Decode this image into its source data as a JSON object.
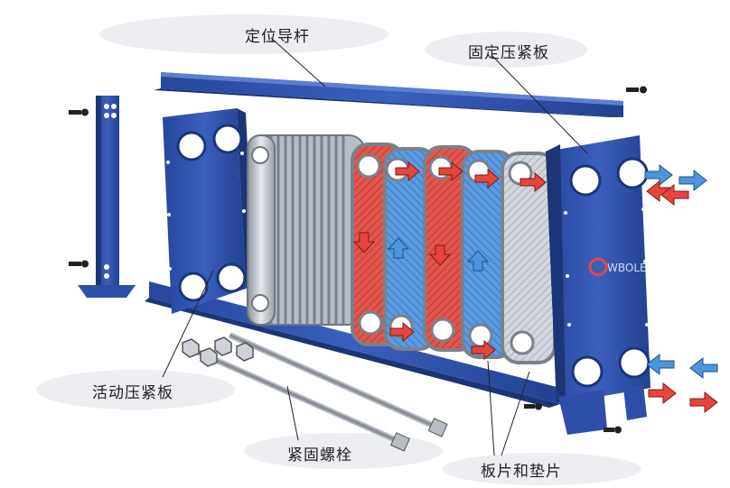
{
  "labels": {
    "guide_bar": "定位导杆",
    "fixed_plate": "固定压紧板",
    "movable_plate": "活动压紧板",
    "tie_bolts": "紧固螺栓",
    "plates_gaskets": "板片和垫片"
  },
  "brand_logo": "WBOLE",
  "colors": {
    "frame_blue": "#2d4fa8",
    "frame_dark": "#1f3a86",
    "hot_red": "#e8453c",
    "hot_plate": "#e2574d",
    "cold_blue": "#4f95dd",
    "cold_plate": "#5b9be0",
    "plate_grey": "#c9ced6",
    "label_bg": "#eef0f3"
  }
}
